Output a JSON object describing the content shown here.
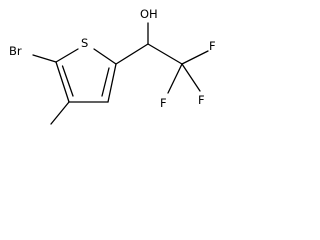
{
  "molecule": {
    "atoms": {
      "bromine": "Br",
      "sulfur": "S",
      "hydroxyl": "OH",
      "fluorine_1": "F",
      "fluorine_2": "F",
      "fluorine_3": "F"
    }
  }
}
